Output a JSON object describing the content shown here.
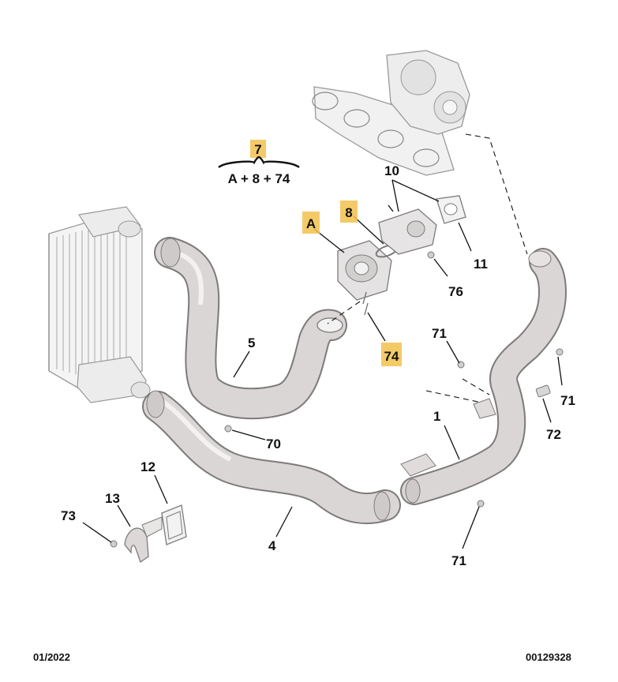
{
  "formula": {
    "ref": "7",
    "expression": "A + 8 + 74"
  },
  "callouts": {
    "c10": "10",
    "cA": "A",
    "c8": "8",
    "c11": "11",
    "c76": "76",
    "c74": "74",
    "c5": "5",
    "c71a": "71",
    "c71b": "71",
    "c72": "72",
    "c1": "1",
    "c70": "70",
    "c12": "12",
    "c13": "13",
    "c73": "73",
    "c4": "4",
    "c71c": "71"
  },
  "colors": {
    "highlight": "#f2c14e",
    "pipe_fill": "#d9d6d6",
    "pipe_stroke": "#7d7a7a",
    "line": "#111111"
  },
  "footer": {
    "date": "01/2022",
    "reference": "00129328"
  }
}
